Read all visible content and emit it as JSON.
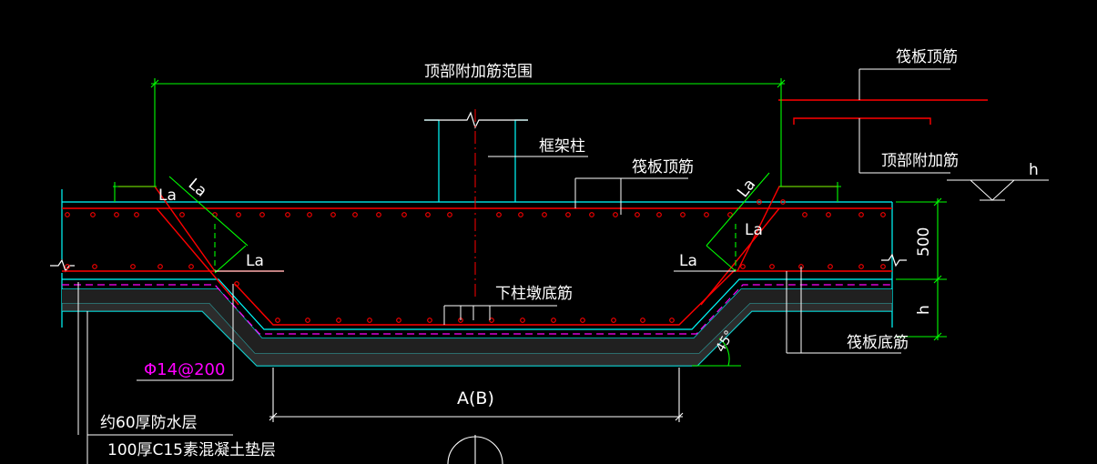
{
  "colors": {
    "background": "#000000",
    "concrete": "#00ffff",
    "rebar": "#ff0000",
    "dimension": "#00ff00",
    "leader": "#ffffff",
    "waterproof": "#ff00ff",
    "hatch": "#b0b0b0"
  },
  "labels": {
    "top_extra_range": "顶部附加筋范围",
    "frame_column": "框架柱",
    "raft_top_bar_mid": "筏板顶筋",
    "raft_top_bar_right": "筏板顶筋",
    "top_extra_bar": "顶部附加筋",
    "pier_bottom_bar": "下柱墩底筋",
    "raft_bottom_bar": "筏板底筋",
    "anchor_la": "La",
    "bar_spec": "Φ14@200",
    "dim_width": "A(B)",
    "dim_500": "500",
    "dim_h": "h",
    "elevation_h": "h",
    "angle": "45°",
    "waterproof_layer": "约60厚防水层",
    "cushion_layer": "100厚C15素混凝土垫层"
  }
}
